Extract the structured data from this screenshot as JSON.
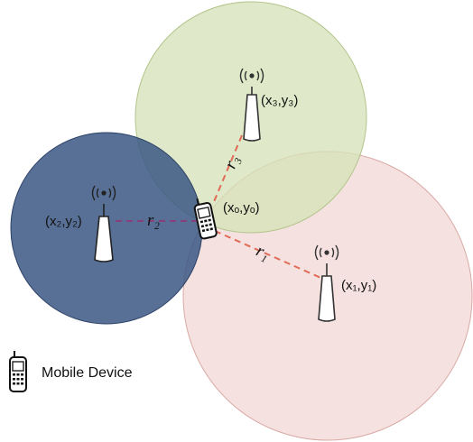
{
  "towers": {
    "t1": {
      "label": "(x₁,y₁)"
    },
    "t2": {
      "label": "(x₂,y₂)"
    },
    "t3": {
      "label": "(x₃,y₃)"
    }
  },
  "mobile": {
    "label": "(xₒ,yₒ)"
  },
  "ranges": {
    "r1": "r₁",
    "r2": "r₂",
    "r3": "r₃"
  },
  "legend": {
    "label": "Mobile Device"
  },
  "colors": {
    "circle1_fill": "#f2d8d6",
    "circle1_stroke": "#d9a9a4",
    "circle2_fill": "#3b5784",
    "circle2_stroke": "#2c4166",
    "circle3_fill": "#d6e2b8",
    "circle3_stroke": "#b3c48b",
    "range_line": "#e06b57",
    "range_line_dark": "#7b3a7a"
  }
}
